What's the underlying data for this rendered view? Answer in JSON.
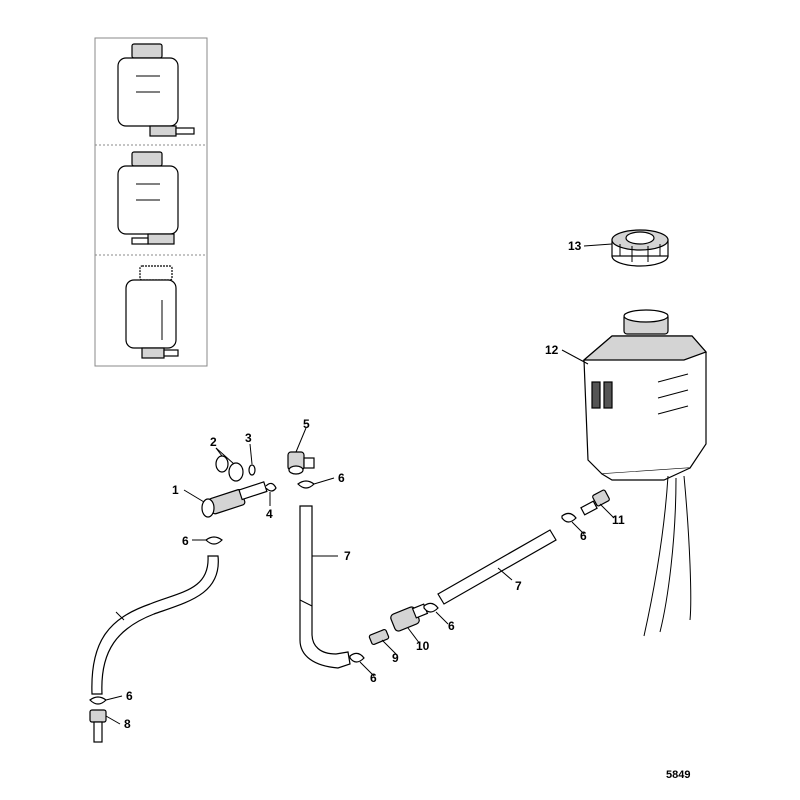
{
  "diagram_ref": "5849",
  "callouts": [
    {
      "id": "c1",
      "label": "1"
    },
    {
      "id": "c2",
      "label": "2"
    },
    {
      "id": "c3",
      "label": "3"
    },
    {
      "id": "c4",
      "label": "4"
    },
    {
      "id": "c5",
      "label": "5"
    },
    {
      "id": "c6a",
      "label": "6"
    },
    {
      "id": "c6b",
      "label": "6"
    },
    {
      "id": "c6c",
      "label": "6"
    },
    {
      "id": "c6d",
      "label": "6"
    },
    {
      "id": "c6e",
      "label": "6"
    },
    {
      "id": "c6f",
      "label": "6"
    },
    {
      "id": "c7a",
      "label": "7"
    },
    {
      "id": "c7b",
      "label": "7"
    },
    {
      "id": "c8",
      "label": "8"
    },
    {
      "id": "c9",
      "label": "9"
    },
    {
      "id": "c10",
      "label": "10"
    },
    {
      "id": "c11",
      "label": "11"
    },
    {
      "id": "c12",
      "label": "12"
    },
    {
      "id": "c13",
      "label": "13"
    }
  ],
  "colors": {
    "line": "#000000",
    "shade": "#d4d4d4",
    "frame": "#888888"
  }
}
